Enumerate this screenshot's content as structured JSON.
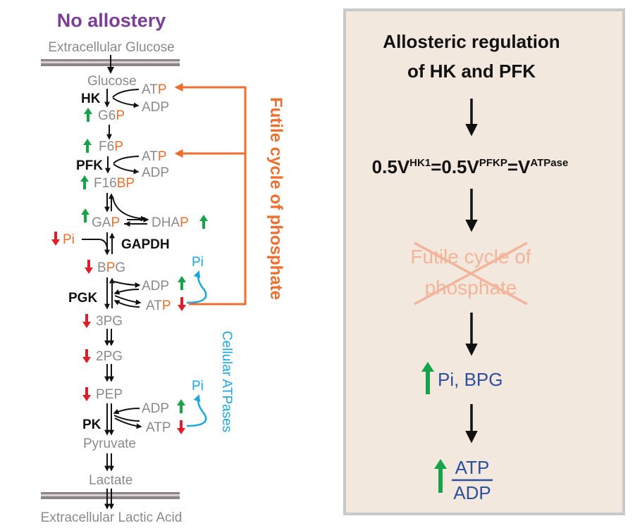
{
  "left": {
    "title": "No allostery",
    "extracellular_glucose": "Extracellular Glucose",
    "glucose": "Glucose",
    "hk": "HK",
    "atp": "ATP",
    "adp": "ADP",
    "g6p": "G6P",
    "f6p": "F6P",
    "pfk": "PFK",
    "f16bp": "F16BP",
    "gap": "GAP",
    "dhap": "DHAP",
    "pi": "Pi",
    "gapdh": "GAPDH",
    "bpg": "BPG",
    "pgk": "PGK",
    "pg3": "3PG",
    "pg2": "2PG",
    "pep": "PEP",
    "pk": "PK",
    "pyruvate": "Pyruvate",
    "lactate": "Lactate",
    "extracellular_lactic": "Extracellular Lactic Acid",
    "futile_label": "Futile cycle of phosphate",
    "atpases_label": "Cellular ATPases"
  },
  "right": {
    "title_line1": "Allosteric regulation",
    "title_line2": "of HK and PFK",
    "eq_coef1": "0.5V",
    "eq_sup1": "HK1",
    "eq_coef2": "=0.5V",
    "eq_sup2": "PFKP",
    "eq_coef3": "=V",
    "eq_sup3": "ATPase",
    "futile_line1": "Futile cycle of",
    "futile_line2": "phosphate",
    "pi_bpg": "Pi, BPG",
    "ratio_num": "ATP",
    "ratio_den": "ADP"
  },
  "colors": {
    "orange": "#ee6f2d",
    "green": "#16a34a",
    "red": "#e11d2a",
    "cyan": "#1aa7e0",
    "blue": "#2e4fa0",
    "purple": "#7b3e98",
    "panel_bg": "#f3e8de",
    "panel_border": "#c9c9c9"
  }
}
